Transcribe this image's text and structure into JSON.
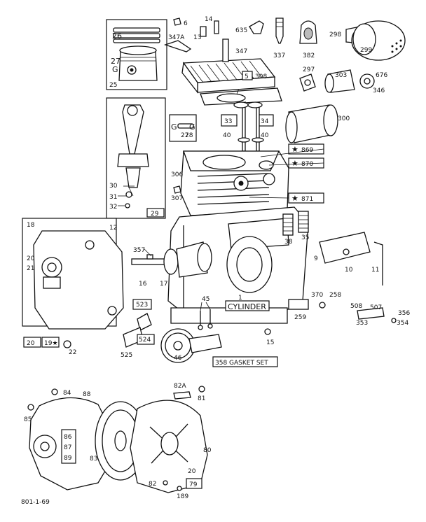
{
  "labels": {
    "p6": "6",
    "p14": "14",
    "p347a": "347A",
    "p13": "13",
    "p635": "635",
    "p337": "337",
    "p382": "382",
    "p298": "298",
    "p299": "299",
    "p26": "26",
    "p27": "27",
    "p25": "25",
    "p347": "347",
    "p5": "5",
    "p308": "308",
    "p7": "7",
    "p297": "297",
    "p303": "303",
    "p676": "676",
    "p346": "346",
    "p33": "33",
    "p34": "34",
    "p40a": "40",
    "p40b": "40",
    "pG1": "G",
    "pG2": "G",
    "p27b": "27",
    "p28": "28",
    "p300": "300",
    "p869": "869",
    "p870": "870",
    "p871": "871",
    "p306": "306",
    "p307": "307",
    "p30": "30",
    "p31": "31",
    "p32": "32",
    "p29": "29",
    "p18": "18",
    "p12": "12",
    "p20a": "20",
    "p21": "21",
    "p357": "357",
    "p16": "16",
    "p17": "17",
    "p38": "38",
    "p35": "35",
    "p9": "9",
    "p10": "10",
    "p11": "11",
    "pcyl": "CYLINDER",
    "p1": "1",
    "p370": "370",
    "p258": "258",
    "p259": "259",
    "p508": "508",
    "p507": "507",
    "p356": "356",
    "p353": "353",
    "p354": "354",
    "p523": "523",
    "p524": "524",
    "p525": "525",
    "p45": "45",
    "p15": "15",
    "p46": "46",
    "p20b": "20",
    "p19": "19★",
    "p22": "22",
    "gasket": "358 GASKET SET",
    "p84": "84",
    "p88": "88",
    "p85": "85",
    "p86": "86",
    "p87": "87",
    "p89": "89",
    "p83": "83",
    "p82a": "82A",
    "p81": "81",
    "p80": "80",
    "p20c": "20",
    "p79": "79",
    "p82": "82",
    "p189": "189",
    "code": "801-1-69"
  }
}
